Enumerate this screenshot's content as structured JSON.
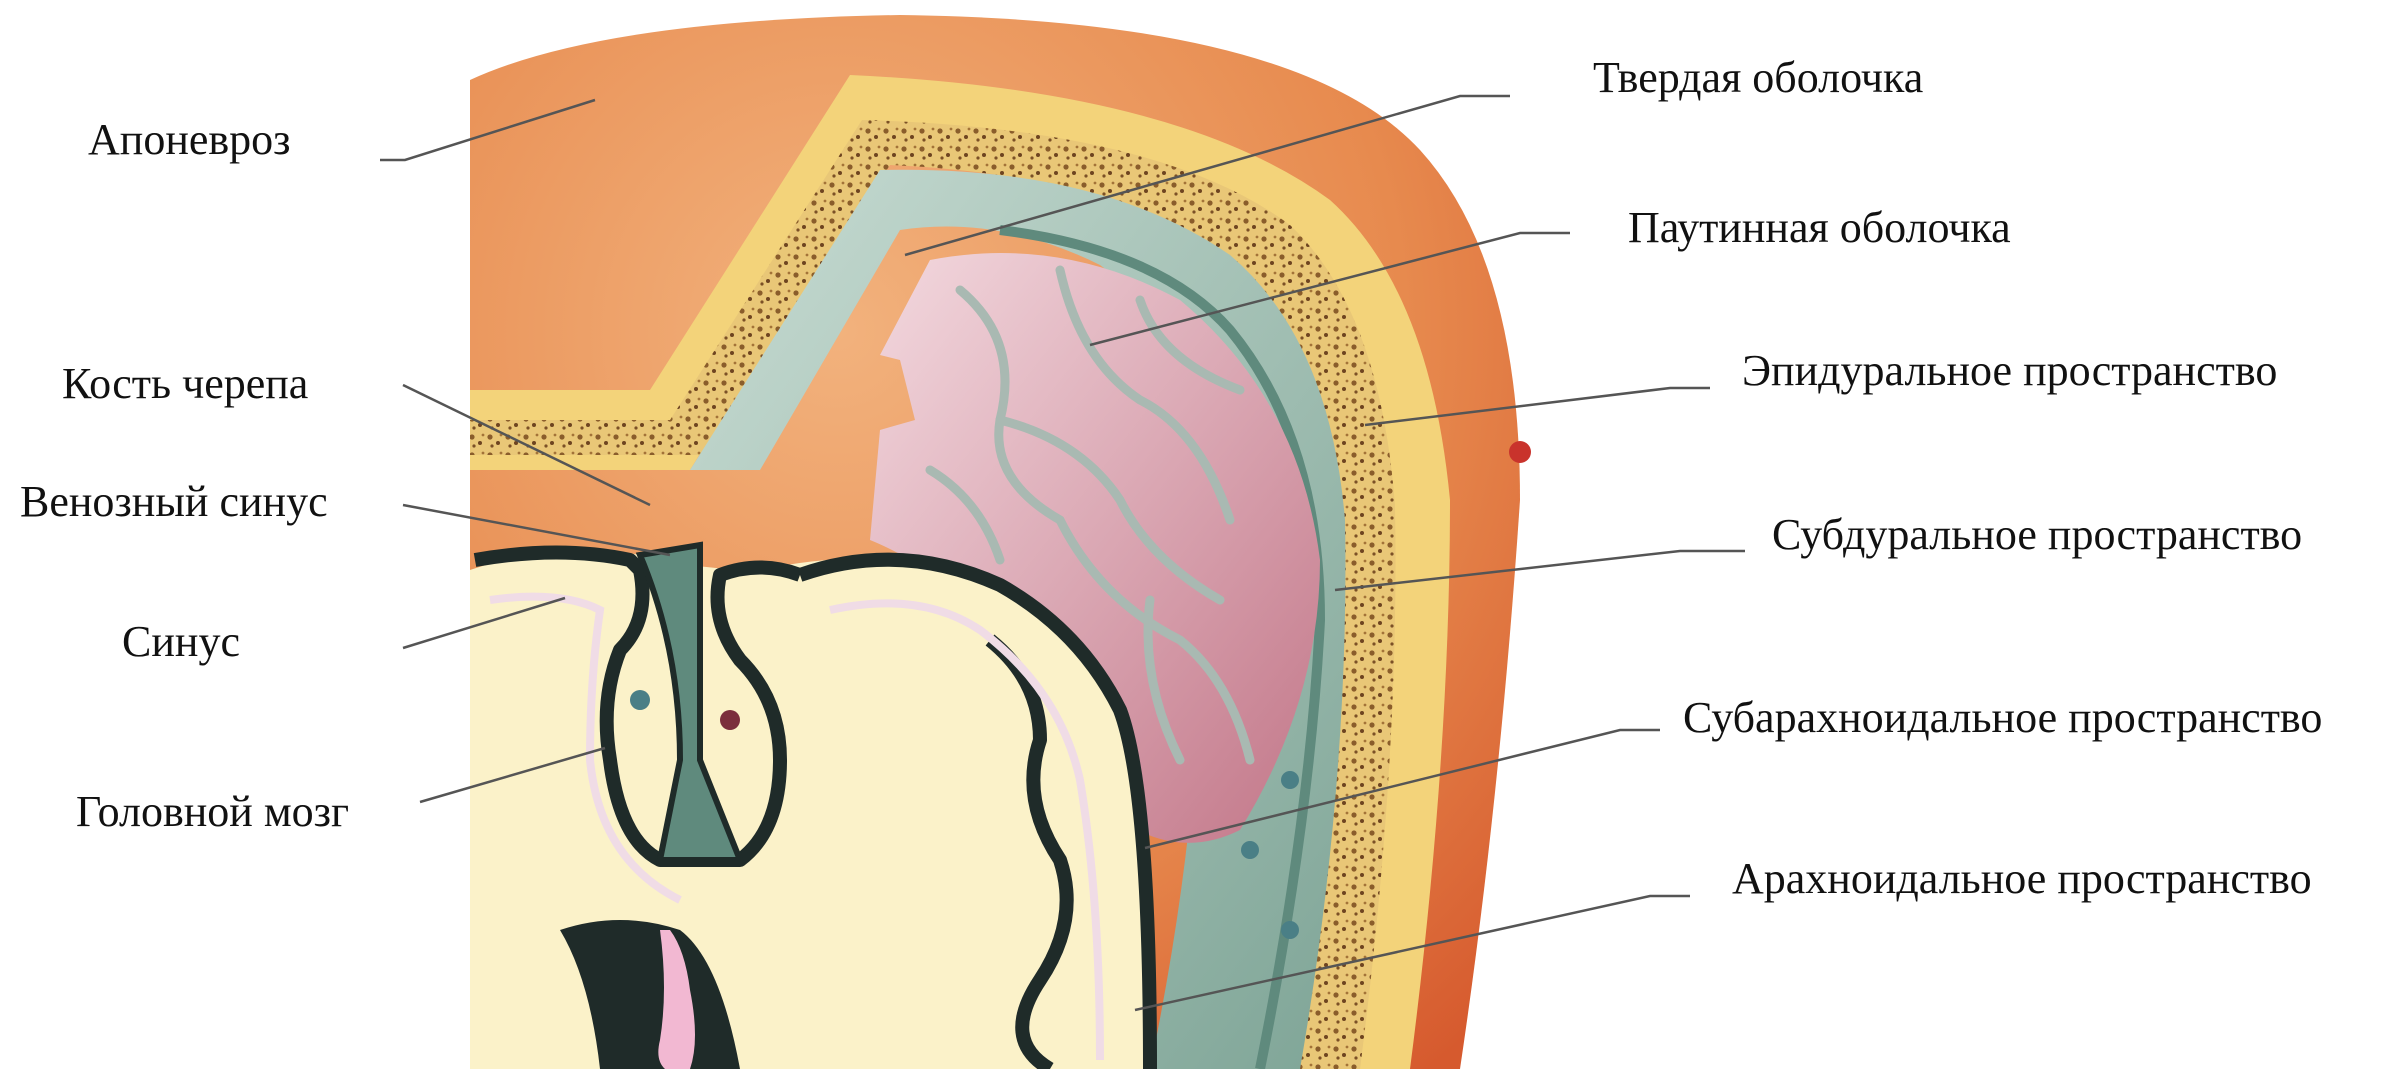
{
  "labels": {
    "aponeurosis": "Апоневроз",
    "dura_mater": "Твердая оболочка",
    "arachnoid_mater": "Паутинная оболочка",
    "epidural_space": "Эпидуральное пространство",
    "skull_bone": "Кость черепа",
    "venous_sinus": "Венозный синус",
    "sinus": "Синус",
    "subdural_space": "Субдуральное пространство",
    "subarachnoid_space": "Субарахноидальное пространство",
    "brain": "Головной мозг",
    "arachnoid_space": "Арахноидальное пространство"
  },
  "colors": {
    "scalp": "#e0703c",
    "scalp_inner": "#eba065",
    "bone_outer": "#f3d37a",
    "bone_spongy": "#c9a45a",
    "dura": "#9dbcae",
    "dura_dark": "#5f8a7d",
    "arachnoid": "#d9a9b4",
    "pia_vessels": "#a9b9b2",
    "brain_white": "#fbf2c9",
    "grey_matter": "#f4e8f0",
    "sulcus_dark": "#1f2b29",
    "leader": "#555555"
  }
}
